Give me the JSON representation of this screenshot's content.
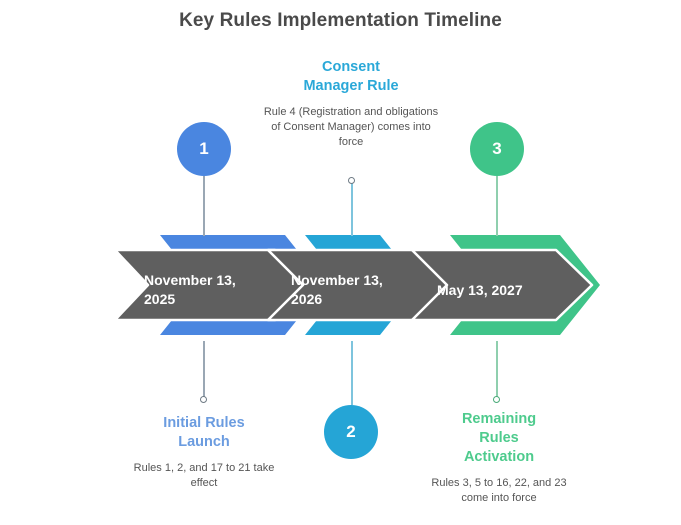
{
  "page": {
    "title": "Key Rules Implementation Timeline",
    "background": "#ffffff"
  },
  "colors": {
    "blue": "#4a86e0",
    "cyan": "#25a5d6",
    "green": "#3fc489",
    "gray_band": "#5f5f5f",
    "title_text": "#4a4a4a",
    "body_text": "#555555"
  },
  "chart_data": {
    "type": "timeline",
    "title": "Key Rules Implementation Timeline",
    "orientation": "horizontal",
    "milestones": [
      {
        "number": "1",
        "date": "November 13, 2025",
        "date_line1": "November 13,",
        "date_line2": "2025",
        "heading": "Initial Rules Launch",
        "heading_line1": "Initial Rules",
        "heading_line2": "Launch",
        "description": "Rules 1, 2, and 17 to 21 take effect",
        "color": "#4a86e0",
        "heading_color": "#6b9ce0",
        "badge_position": "top",
        "annotation_position": "bottom"
      },
      {
        "number": "2",
        "date": "November 13, 2026",
        "date_line1": "November 13,",
        "date_line2": "2026",
        "heading": "Consent Manager Rule",
        "heading_line1": "Consent",
        "heading_line2": "Manager Rule",
        "description": "Rule 4 (Registration and obligations of Consent Manager) comes into force",
        "color": "#25a5d6",
        "heading_color": "#2aa8d8",
        "badge_position": "bottom",
        "annotation_position": "top"
      },
      {
        "number": "3",
        "date": "May 13, 2027",
        "date_line1": "May 13, 2027",
        "date_line2": "",
        "heading": "Remaining Rules Activation",
        "heading_line1": "Remaining",
        "heading_line2": "Rules",
        "heading_line3": "Activation",
        "description": "Rules 3, 5 to 16, 22, and 23 come into force",
        "color": "#3fc489",
        "heading_color": "#4ecb8d",
        "badge_position": "top",
        "annotation_position": "bottom"
      }
    ]
  }
}
